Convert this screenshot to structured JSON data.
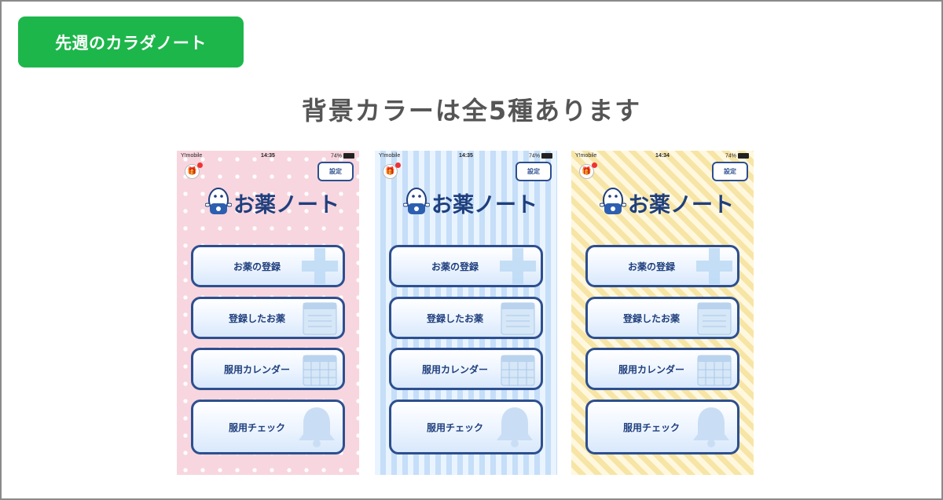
{
  "header": {
    "badge_label": "先週のカラダノート",
    "headline": "背景カラーは全5種あります"
  },
  "phones": [
    {
      "theme": "pink",
      "carrier": "Y!mobile",
      "time": "14:35",
      "battery": "74%",
      "settings_label": "設定",
      "app_title": "お薬ノート",
      "buttons": [
        "お薬の登録",
        "登録したお薬",
        "服用カレンダー",
        "服用チェック"
      ]
    },
    {
      "theme": "blue",
      "carrier": "Y!mobile",
      "time": "14:35",
      "battery": "74%",
      "settings_label": "設定",
      "app_title": "お薬ノート",
      "buttons": [
        "お薬の登録",
        "登録したお薬",
        "服用カレンダー",
        "服用チェック"
      ]
    },
    {
      "theme": "yellow",
      "carrier": "Y!mobile",
      "time": "14:34",
      "battery": "74%",
      "settings_label": "設定",
      "app_title": "お薬ノート",
      "buttons": [
        "お薬の登録",
        "登録したお薬",
        "服用カレンダー",
        "服用チェック"
      ]
    }
  ],
  "colors": {
    "badge": "#1db64b",
    "headline": "#555555",
    "button_border": "#2d4f8f",
    "pink_bg": "#f8d6df",
    "blue_bg": "#cfe5fb",
    "yellow_bg": "#fbefc4"
  }
}
